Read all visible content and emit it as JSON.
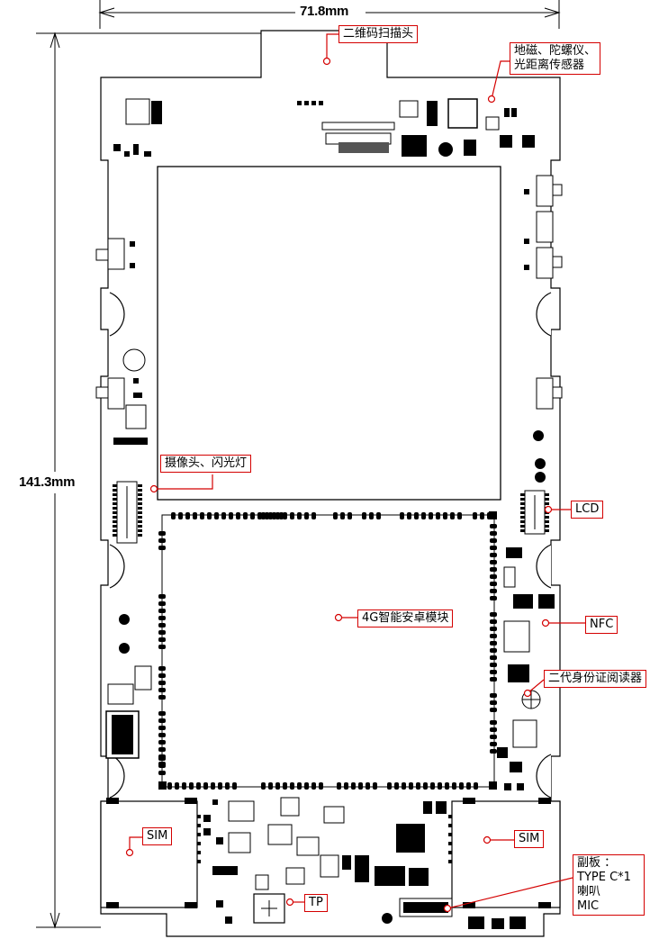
{
  "dimensions": {
    "width_label": "71.8mm",
    "height_label": "141.3mm"
  },
  "callouts": {
    "qr_scanner": "二维码扫描头",
    "sensors_line1": "地磁、陀螺仪、",
    "sensors_line2": "光距离传感器",
    "camera_flash": "摄像头、闪光灯",
    "lcd": "LCD",
    "module_4g": "4G智能安卓模块",
    "nfc": "NFC",
    "id_reader": "二代身份证阅读器",
    "sim_left": "SIM",
    "sim_right": "SIM",
    "tp": "TP",
    "subboard_line1": "副板 ：",
    "subboard_line2": "TYPE C*1",
    "subboard_line3": "喇叭",
    "subboard_line4": "MIC"
  },
  "colors": {
    "board_outline": "#000000",
    "callout_border": "#d40000",
    "leader": "#d40000",
    "component": "#000000",
    "background": "#ffffff"
  }
}
